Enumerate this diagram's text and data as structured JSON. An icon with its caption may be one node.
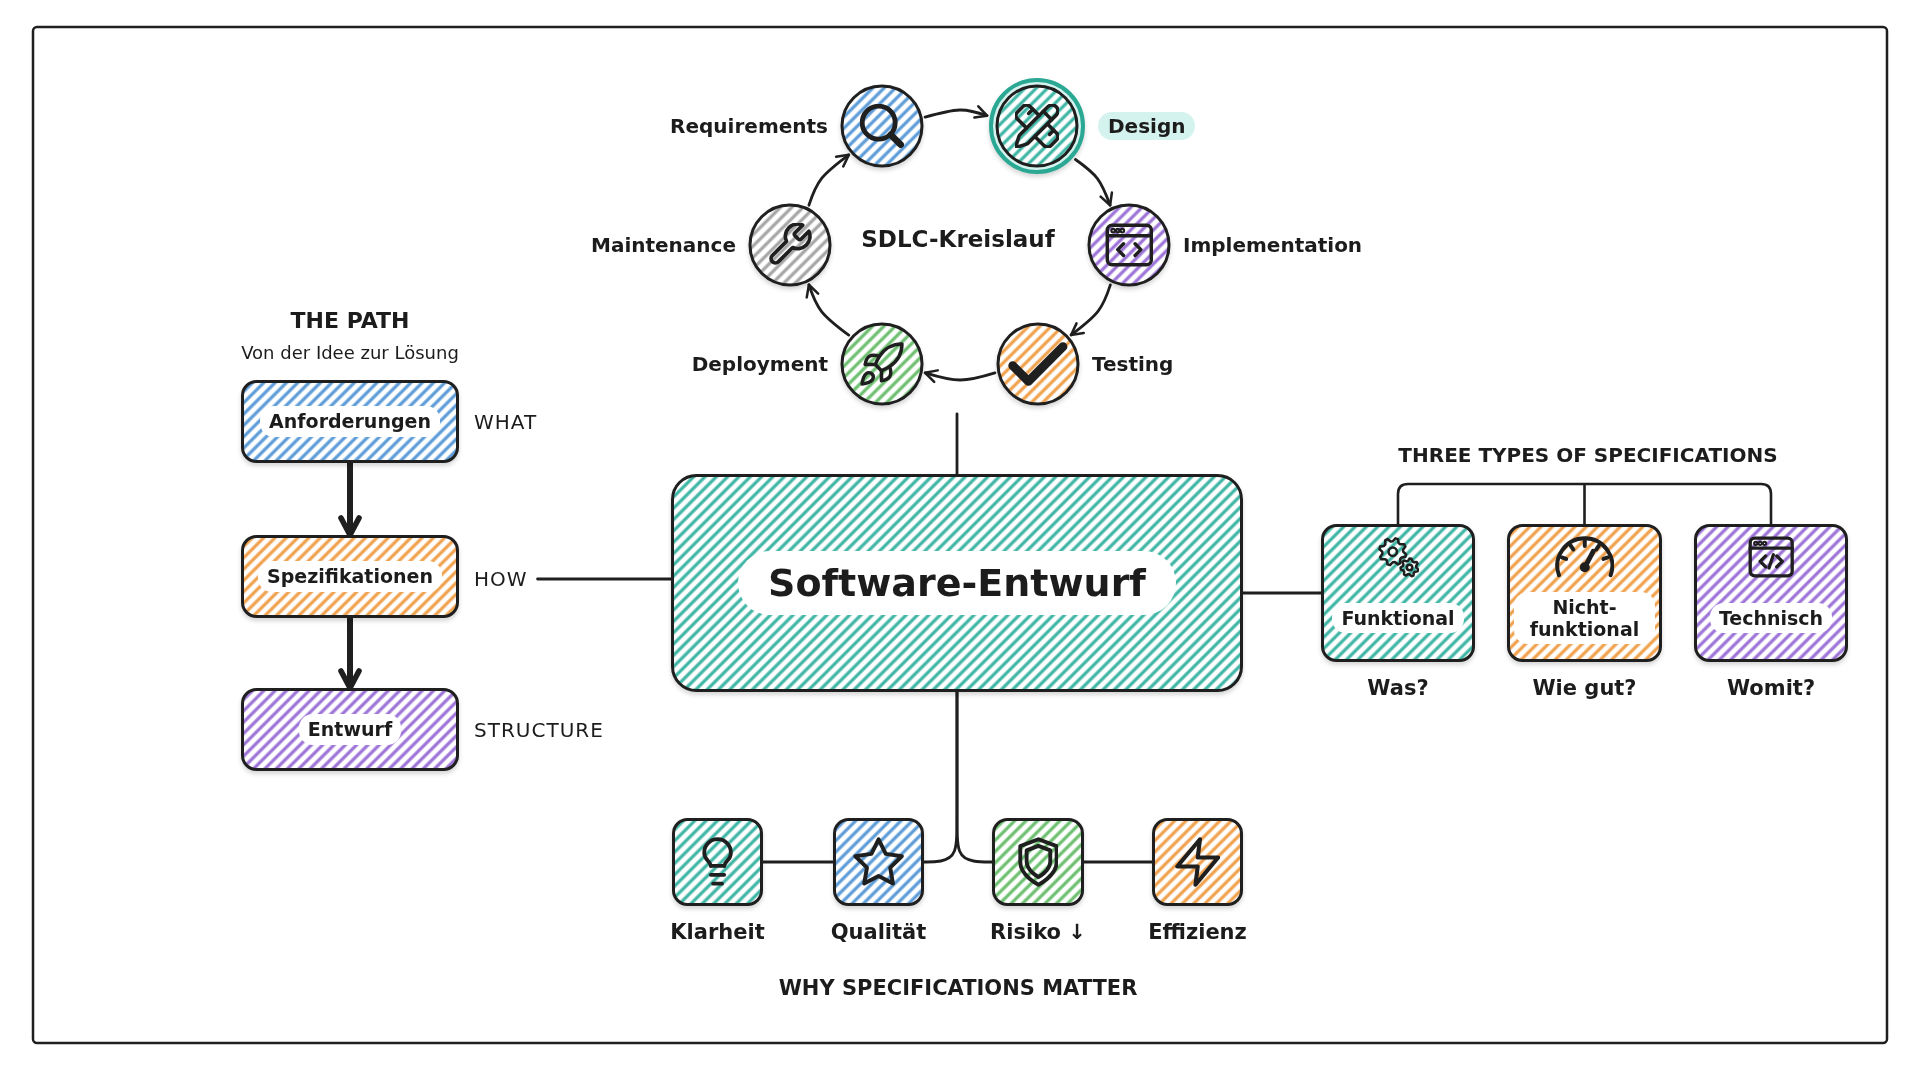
{
  "diagram": {
    "nodes": [
      {
        "text": [],
        "shape": "circle",
        "beside": [
          "Requirements"
        ]
      },
      {
        "text": [],
        "shape": "circle",
        "beside": [
          "Design"
        ]
      },
      {
        "text": [],
        "shape": "circle",
        "beside": [
          "Implementation"
        ]
      },
      {
        "text": [],
        "shape": "circle",
        "beside": [
          "Testing"
        ]
      },
      {
        "text": [],
        "shape": "circle",
        "beside": [
          "Deployment"
        ]
      },
      {
        "text": [],
        "shape": "circle",
        "beside": [
          "Maintenance"
        ]
      },
      {
        "text": [
          "Anforderungen"
        ],
        "beside": [
          "WHAT"
        ]
      },
      {
        "text": [
          "Spezifikationen"
        ]
      },
      {
        "text": [
          "HOW"
        ]
      },
      {
        "text": [
          "Entwurf"
        ],
        "beside": [
          "STRUCTURE"
        ]
      },
      {
        "text": [
          "Software-Entwurf"
        ]
      },
      {
        "text": [
          "Funktional"
        ],
        "beside": [
          "Was?"
        ]
      },
      {
        "text": [
          "Nicht- funktional"
        ],
        "beside": [
          "Wie gut?"
        ]
      },
      {
        "text": [
          "Technisch"
        ],
        "beside": [
          "Womit?"
        ]
      },
      {
        "text": [],
        "shape": "box",
        "beside": [
          "Klarheit"
        ]
      },
      {
        "text": [],
        "shape": "box",
        "beside": [
          "Qualität"
        ]
      },
      {
        "text": [],
        "shape": "box",
        "beside": [
          "Risiko ↓"
        ]
      },
      {
        "text": [],
        "shape": "box",
        "beside": [
          "Effizienz"
        ]
      }
    ],
    "edges": [
      {
        "from": 0,
        "to": 1,
        "arrow": "to"
      },
      {
        "from": 1,
        "to": 2,
        "arrow": "to"
      },
      {
        "from": 2,
        "to": 3,
        "arrow": "to"
      },
      {
        "from": 3,
        "to": 4,
        "arrow": "to"
      },
      {
        "from": 4,
        "to": 5,
        "arrow": "to"
      },
      {
        "from": 5,
        "to": 0,
        "arrow": "to"
      },
      {
        "from": 6,
        "to": 7,
        "arrow": "to",
        "style": "thick"
      },
      {
        "from": 7,
        "to": 9,
        "arrow": "to",
        "style": "thick"
      },
      {
        "from": 8,
        "to": 10,
        "arrow": "none"
      },
      {
        "from": 10,
        "to": null,
        "arrow": "none"
      },
      {
        "from": 10,
        "to": 11,
        "arrow": "none"
      },
      {
        "from": 10,
        "to": 15,
        "arrow": "none"
      },
      {
        "from": 10,
        "to": 16,
        "arrow": "none"
      },
      {
        "from": 14,
        "to": 15,
        "arrow": "none"
      },
      {
        "from": 16,
        "to": 17,
        "arrow": "none"
      }
    ],
    "labels": [
      "SDLC-Kreislauf",
      "THE PATH",
      "Von der Idee zur Lösung",
      "THREE TYPES OF SPECIFICATIONS",
      "WHY SPECIFICATIONS MATTER"
    ]
  }
}
